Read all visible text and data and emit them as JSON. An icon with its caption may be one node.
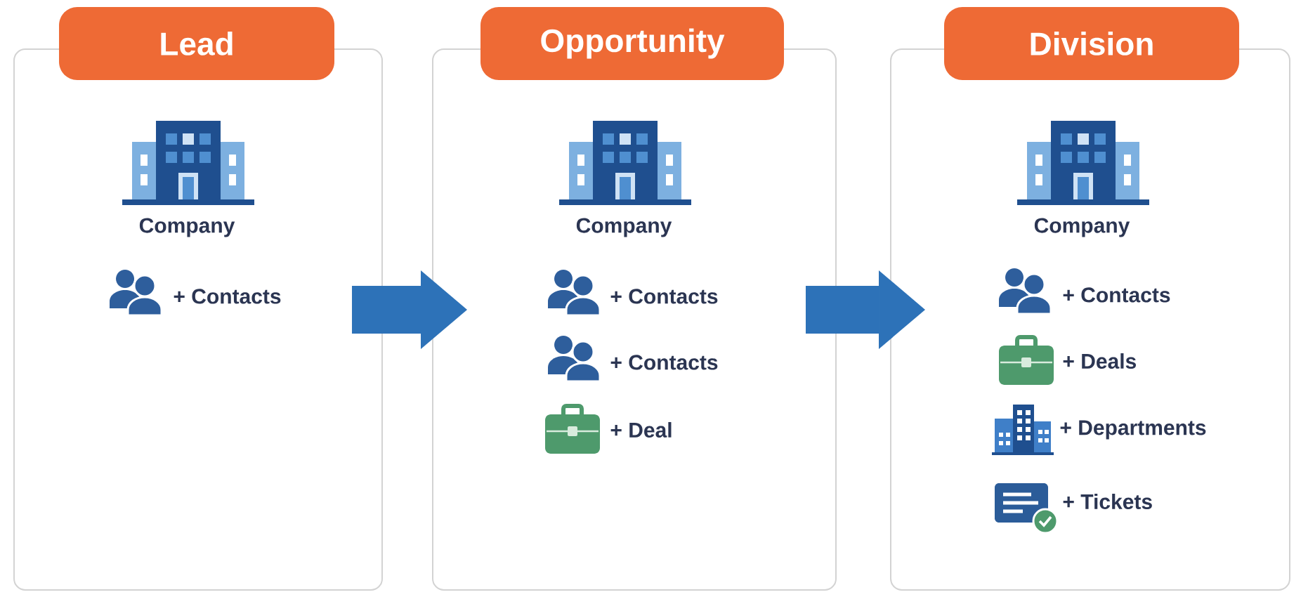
{
  "diagram": {
    "nodes": [
      {
        "text": [
          "Lead",
          "Company",
          "+ Contacts"
        ]
      },
      {
        "text": [
          "Opportunity",
          "Company",
          "+ Contacts",
          "+ Contacts",
          "+ Deal"
        ]
      },
      {
        "text": [
          "Division",
          "Company",
          "+ Contacts",
          "+ Deals",
          "+ Departments",
          "+ Tickets"
        ]
      }
    ],
    "edges": [
      {
        "from": 0,
        "to": 1,
        "arrow": "to"
      },
      {
        "from": 1,
        "to": 2,
        "arrow": "to"
      }
    ]
  }
}
